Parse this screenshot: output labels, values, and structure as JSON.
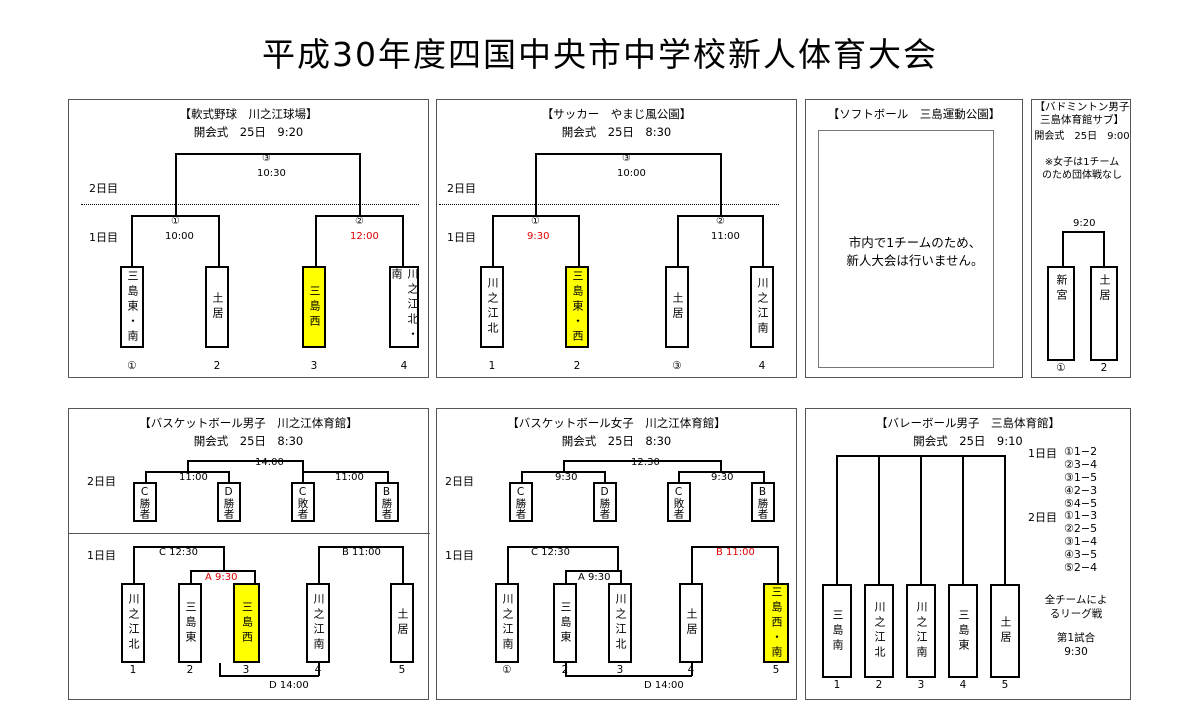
{
  "title": "平成30年度四国中央市中学校新人体育大会",
  "baseball": {
    "title": "【軟式野球　川之江球場】",
    "opening": "開会式　25日　9:20",
    "day2": "2日目",
    "day1": "1日目",
    "final_label": "③",
    "final_time": "10:30",
    "m1_label": "①",
    "m1_time": "10:00",
    "m2_label": "②",
    "m2_time": "12:00",
    "teams": [
      "三島東・南",
      "土居",
      "三島西",
      "川之江北・南"
    ],
    "nums": [
      "①",
      "2",
      "3",
      "4"
    ]
  },
  "soccer": {
    "title": "【サッカー　やまじ風公園】",
    "opening": "開会式　25日　8:30",
    "day2": "2日目",
    "day1": "1日目",
    "final_label": "③",
    "final_time": "10:00",
    "m1_label": "①",
    "m1_time": "9:30",
    "m2_label": "②",
    "m2_time": "11:00",
    "teams": [
      "川之江北",
      "三島東・西",
      "土居",
      "川之江南"
    ],
    "nums": [
      "1",
      "2",
      "③",
      "4"
    ]
  },
  "softball": {
    "title": "【ソフトボール　三島運動公園】",
    "message": "市内で1チームのため、\n新人大会は行いません。"
  },
  "badminton": {
    "title": "【バドミントン男子\n三島体育館サブ】",
    "opening": "開会式　25日　9:00",
    "note": "※女子は1チーム\nのため団体戦なし",
    "time": "9:20",
    "teams": [
      "新宮",
      "土居"
    ],
    "nums": [
      "①",
      "2"
    ]
  },
  "bball_boys": {
    "title": "【バスケットボール男子　川之江体育館】",
    "opening": "開会式　25日　8:30",
    "day2": "2日目",
    "day1": "1日目",
    "final_time": "14:00",
    "semi_left_time": "11:00",
    "semi_right_time": "11:00",
    "d2_teams": [
      "C勝者",
      "D勝者",
      "C敗者",
      "B勝者"
    ],
    "c_label": "C 12:30",
    "a_label": "A 9:30",
    "b_label": "B 11:00",
    "d_label": "D 14:00",
    "teams": [
      "川之江北",
      "三島東",
      "三島西",
      "川之江南",
      "土居"
    ],
    "nums": [
      "1",
      "2",
      "3",
      "4",
      "5"
    ]
  },
  "bball_girls": {
    "title": "【バスケットボール女子　川之江体育館】",
    "opening": "開会式　25日　8:30",
    "day2": "2日目",
    "day1": "1日目",
    "final_time": "12:30",
    "semi_left_time": "9:30",
    "semi_right_time": "9:30",
    "d2_teams": [
      "C勝者",
      "D勝者",
      "C敗者",
      "B勝者"
    ],
    "c_label": "C 12:30",
    "a_label": "A 9:30",
    "b_label": "B 11:00",
    "d_label": "D 14:00",
    "teams": [
      "川之江南",
      "三島東",
      "川之江北",
      "土居",
      "三島西・南"
    ],
    "nums": [
      "①",
      "2",
      "3",
      "4",
      "5"
    ]
  },
  "volleyball": {
    "title": "【バレーボール男子　三島体育館】",
    "opening": "開会式　25日　9:10",
    "day1": "1日目",
    "day2": "2日目",
    "day1_games": [
      "①1−2",
      "②3−4",
      "③1−5",
      "④2−3",
      "⑤4−5"
    ],
    "day2_games": [
      "①1−3",
      "②2−5",
      "③1−4",
      "④3−5",
      "⑤2−4"
    ],
    "note1": "全チームによ\nるリーグ戦",
    "note2": "第1試合\n9:30",
    "teams": [
      "三島南",
      "川之江北",
      "川之江南",
      "三島東",
      "土居"
    ],
    "nums": [
      "1",
      "2",
      "3",
      "4",
      "5"
    ]
  }
}
